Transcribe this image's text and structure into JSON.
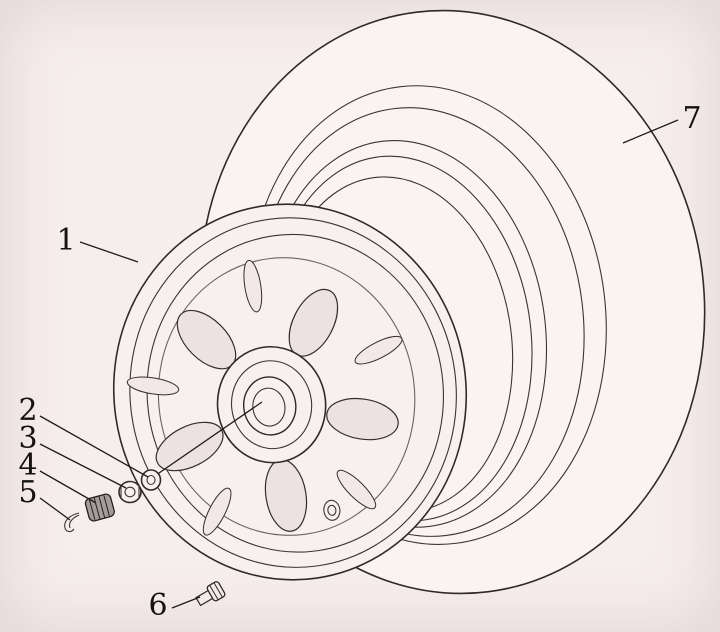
{
  "colors": {
    "background": "#f6eeed",
    "line": "#2f2a29",
    "shade": "#ece2e1"
  },
  "callouts": [
    {
      "label": "1"
    },
    {
      "label": "2"
    },
    {
      "label": "3"
    },
    {
      "label": "4"
    },
    {
      "label": "5"
    },
    {
      "label": "6"
    },
    {
      "label": "7"
    }
  ]
}
